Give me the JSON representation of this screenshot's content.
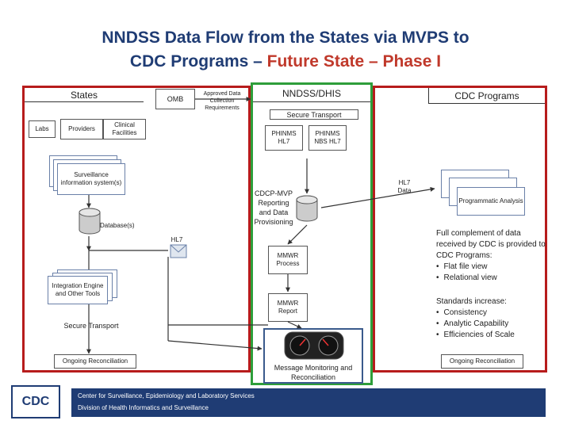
{
  "title_line1": "NNDSS Data Flow from the States via MVPS to",
  "title_line2_part1": "CDC Programs –",
  "title_line2_part2": "Future State – Phase I",
  "states": {
    "title": "States",
    "omb": "OMB",
    "approved": "Approved Data Collection Requirements",
    "labs": "Labs",
    "providers": "Providers",
    "clinical": "Clinical Facilities",
    "surveillance": "Surveillance information system(s)",
    "database": "Database(s)",
    "hl7": "HL7",
    "integration": "Integration Engine and Other Tools",
    "secure_transport": "Secure Transport",
    "reconciliation": "Ongoing Reconciliation"
  },
  "nndss": {
    "title": "NNDSS/DHIS",
    "secure_transport": "Secure Transport",
    "phinms_hl7": "PHINMS HL7",
    "phinms_nbs": "PHINMS NBS HL7",
    "cdcp": "CDCP-MVP Reporting and Data Provisioning",
    "mmwr_process": "MMWR Process",
    "mmwr_report": "MMWR Report",
    "monitoring": "Message Monitoring and Reconciliation"
  },
  "cdc": {
    "title": "CDC Programs",
    "hl7_data": "HL7 Data",
    "programmatic": "Programmatic Analysis",
    "complement": "Full complement of data received by CDC is provided to CDC Programs:",
    "complement_items": [
      "Flat file view",
      "Relational view"
    ],
    "standards": "Standards increase:",
    "standards_items": [
      "Consistency",
      "Analytic Capability",
      "Efficiencies of Scale"
    ],
    "reconciliation": "Ongoing Reconciliation"
  },
  "footer": {
    "logo": "CDC",
    "line1": "Center for Surveillance, Epidemiology and Laboratory Services",
    "line2": "Division of Health Informatics and Surveillance"
  },
  "colors": {
    "title": "#1f3c74",
    "title_accent": "#c0392b",
    "states_border": "#b71c1c",
    "nndss_border": "#2e9e3a",
    "cdc_border": "#b71c1c",
    "monitor_border": "#3a5a8c"
  }
}
